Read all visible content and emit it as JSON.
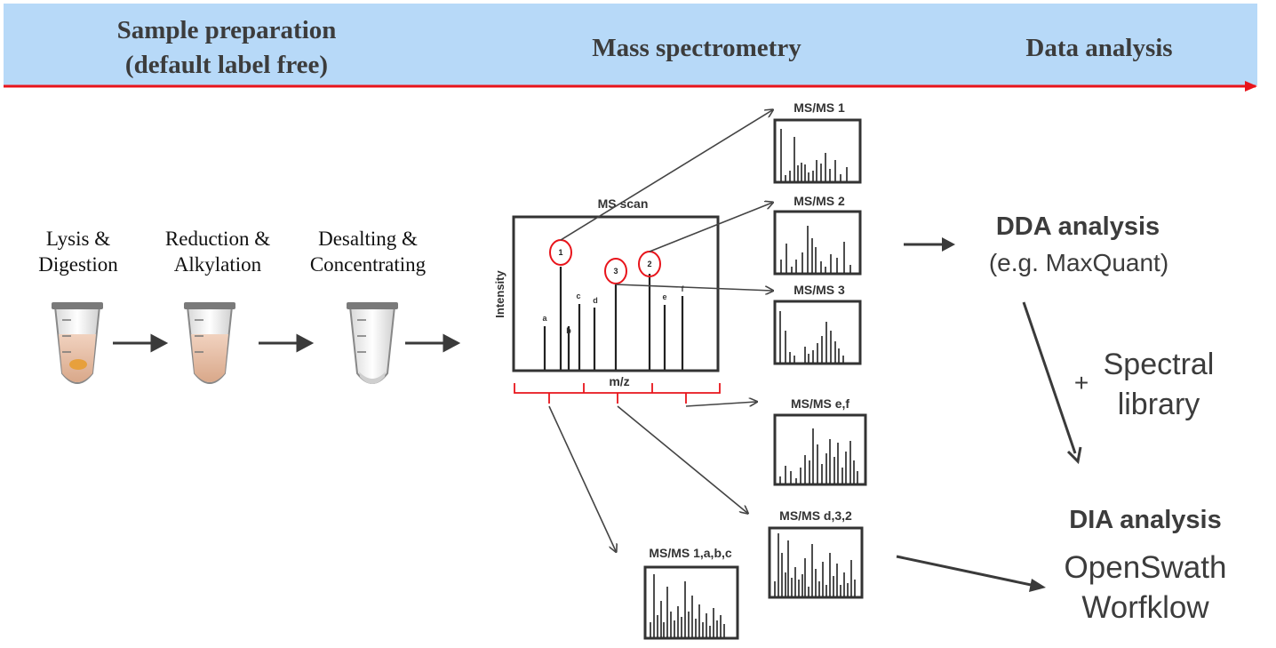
{
  "header": {
    "sample_prep_line1": "Sample preparation",
    "sample_prep_line2": "(default label free)",
    "mass_spec": "Mass spectrometry",
    "data_analysis": "Data analysis",
    "band_color": "#b7d9f8",
    "arrow_color": "#e8141b"
  },
  "steps": {
    "lysis_line1": "Lysis &",
    "lysis_line2": "Digestion",
    "reduction_line1": "Reduction &",
    "reduction_line2": "Alkylation",
    "desalting_line1": "Desalting &",
    "desalting_line2": "Concentrating"
  },
  "ms_scan": {
    "title": "MS scan",
    "y_label": "Intensity",
    "x_label": "m/z",
    "peak_letters": [
      "a",
      "b",
      "c",
      "d",
      "e",
      "f"
    ],
    "precursor_numbers": [
      "1",
      "3",
      "2"
    ],
    "circle_color": "#e8141b"
  },
  "spectra": {
    "msms1": "MS/MS 1",
    "msms2": "MS/MS 2",
    "msms3": "MS/MS 3",
    "msms_ef": "MS/MS e,f",
    "msms_d32": "MS/MS d,3,2",
    "msms_1abc": "MS/MS 1,a,b,c"
  },
  "analysis": {
    "dda_title": "DDA analysis",
    "dda_sub": "(e.g. MaxQuant)",
    "plus": "+",
    "spectral_line1": "Spectral",
    "spectral_line2": "library",
    "dia_title": "DIA analysis",
    "dia_line1": "OpenSwath",
    "dia_line2": "Worfklow"
  }
}
